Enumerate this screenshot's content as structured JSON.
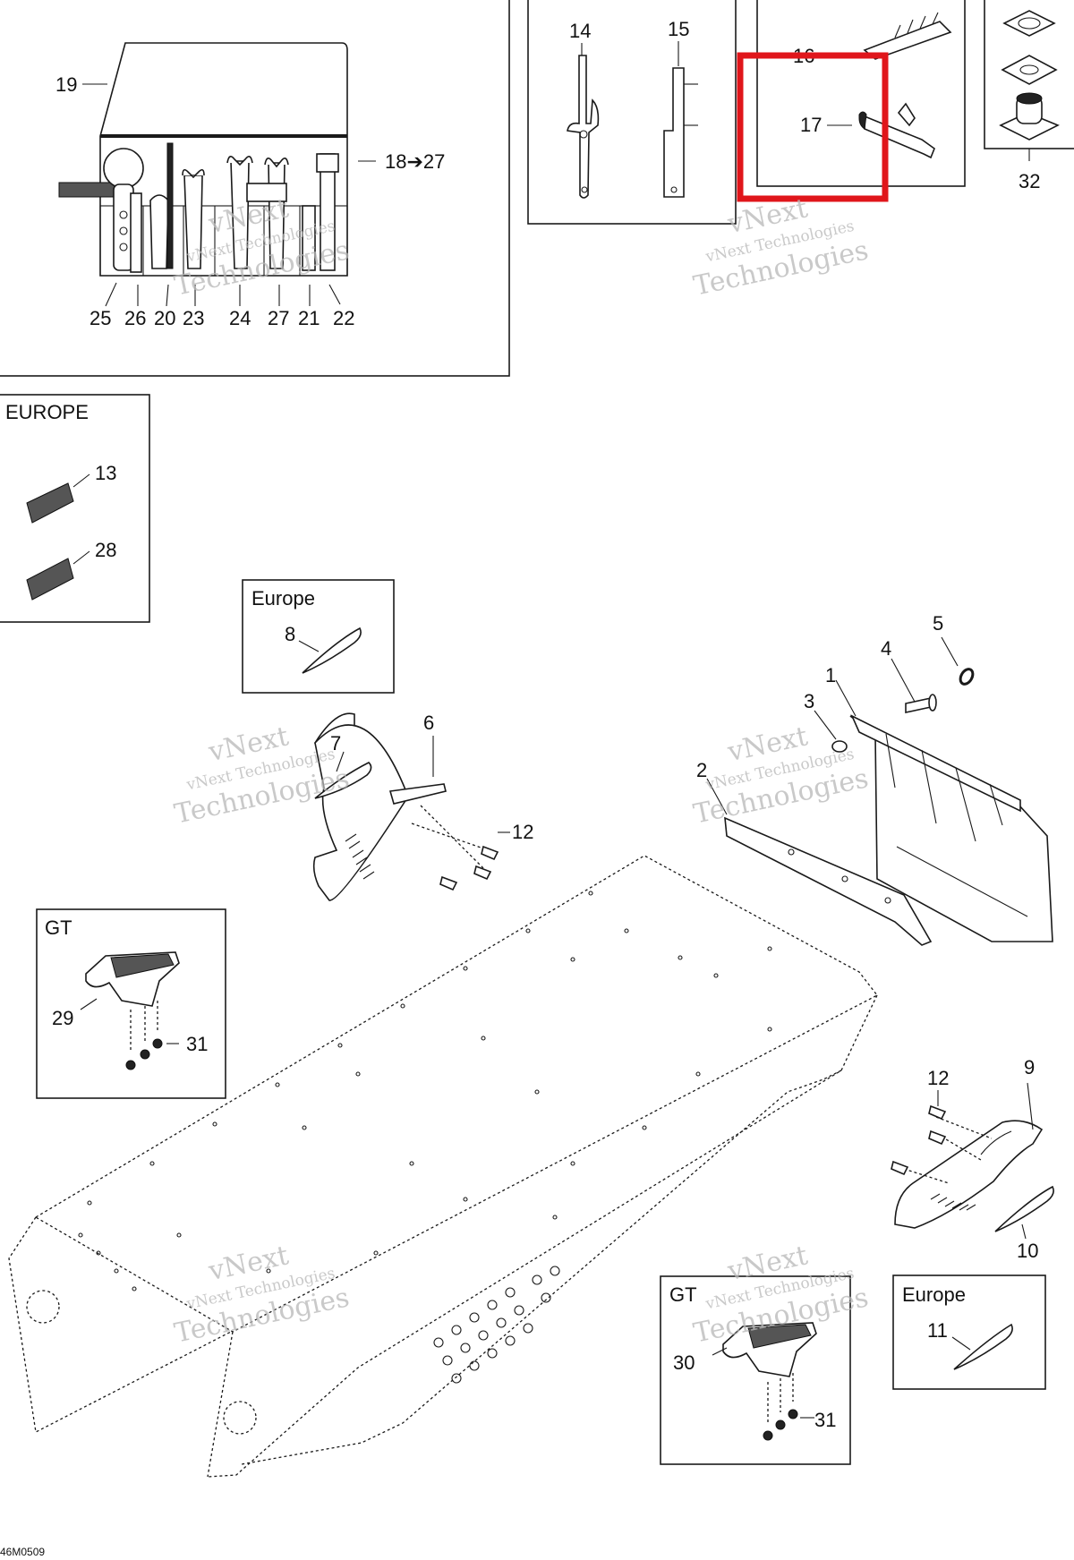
{
  "callouts": {
    "n19": "19",
    "n1827": "18➔27",
    "n25": "25",
    "n26": "26",
    "n20": "20",
    "n23": "23",
    "n24": "24",
    "n27": "27",
    "n21": "21",
    "n22": "22",
    "n14": "14",
    "n15": "15",
    "n16": "16",
    "n17": "17",
    "n32": "32",
    "n13": "13",
    "n28": "28",
    "n8": "8",
    "n5": "5",
    "n4": "4",
    "n1": "1",
    "n3": "3",
    "n2": "2",
    "n7": "7",
    "n6": "6",
    "n12a": "12",
    "n29": "29",
    "n31a": "31",
    "n12b": "12",
    "n9": "9",
    "n10": "10",
    "n11": "11",
    "n30": "30",
    "n31b": "31"
  },
  "boxes": {
    "europe_caps": "EUROPE",
    "europe_8": "Europe",
    "gt_left": "GT",
    "gt_right": "GT",
    "europe_11": "Europe"
  },
  "watermark": {
    "line1": "vNext",
    "line2": "vNext Technologies",
    "line3": "Technologies"
  },
  "highlight": {
    "color": "#e0161b",
    "target": "17"
  },
  "figure_code": "46M0509"
}
